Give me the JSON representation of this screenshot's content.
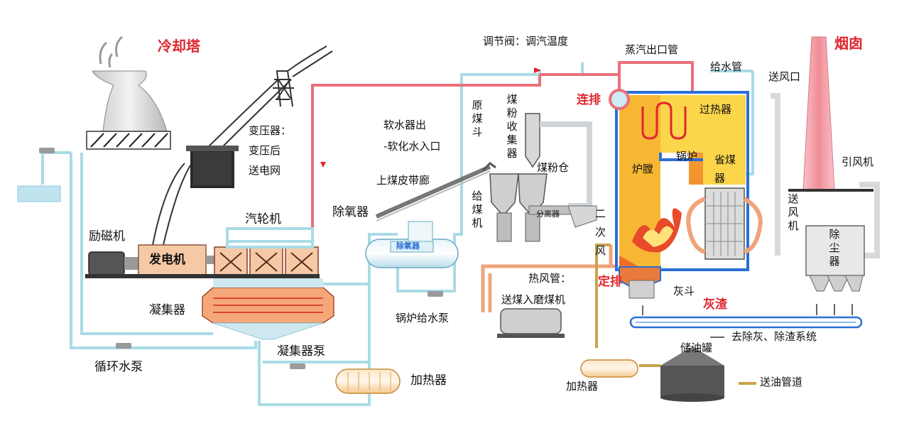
{
  "labels": {
    "cooling_tower": "冷却塔",
    "transformer": "变压器：",
    "transformer_2": "变压后",
    "transformer_3": "送电网",
    "exciter": "励磁机",
    "generator": "发电机",
    "turbine": "汽轮机",
    "condenser": "凝集器",
    "condenser_pump": "凝集器泵",
    "circ_pump": "循环水泵",
    "heater_left": "加热器",
    "deaerator": "除氧器",
    "deaerator_tank": "除氧器",
    "boiler_feed_pump": "锅炉给水泵",
    "softwater_out": "软水器出",
    "softwater_in": "-软化水入口",
    "conveyor": "上煤皮带廊",
    "raw_coal_bin": "原煤斗",
    "coal_feeder": "给煤机",
    "pulverized_collector": "煤粉收集器",
    "pulverized_bin": "煤粉仓",
    "separator": "分离器",
    "secondary_air": "二次风",
    "hot_air_pipe": "热风管：",
    "to_mill": "送煤入磨煤机",
    "regulating_valve": "调节阀：调汽温度",
    "steam_outlet": "蒸汽出口管",
    "feedwater_pipe": "给水管",
    "continuous_blowdown": "连排",
    "periodic_blowdown": "定排",
    "superheater": "过热器",
    "furnace": "炉膛",
    "boiler": "锅炉",
    "economizer": "省煤器",
    "ash_hopper": "灰斗",
    "slag": "灰渣",
    "ash_removal": "去除灰、除渣系统",
    "chimney": "烟囱",
    "air_inlet": "送风口",
    "induced_fan": "引风机",
    "forced_fan": "送风机",
    "dust_collector": "除尘器",
    "oil_tank": "储油罐",
    "heater_right": "加热器",
    "oil_pipe": "送油管道"
  },
  "colors": {
    "water": "#a9dbe6",
    "steam": "#e8707a",
    "furnace": "#f5a623",
    "boiler_blue": "#2a6fd6",
    "oil": "#c9a44a",
    "hot_air": "#f0a47a",
    "chimney": "#f2a0a8"
  }
}
